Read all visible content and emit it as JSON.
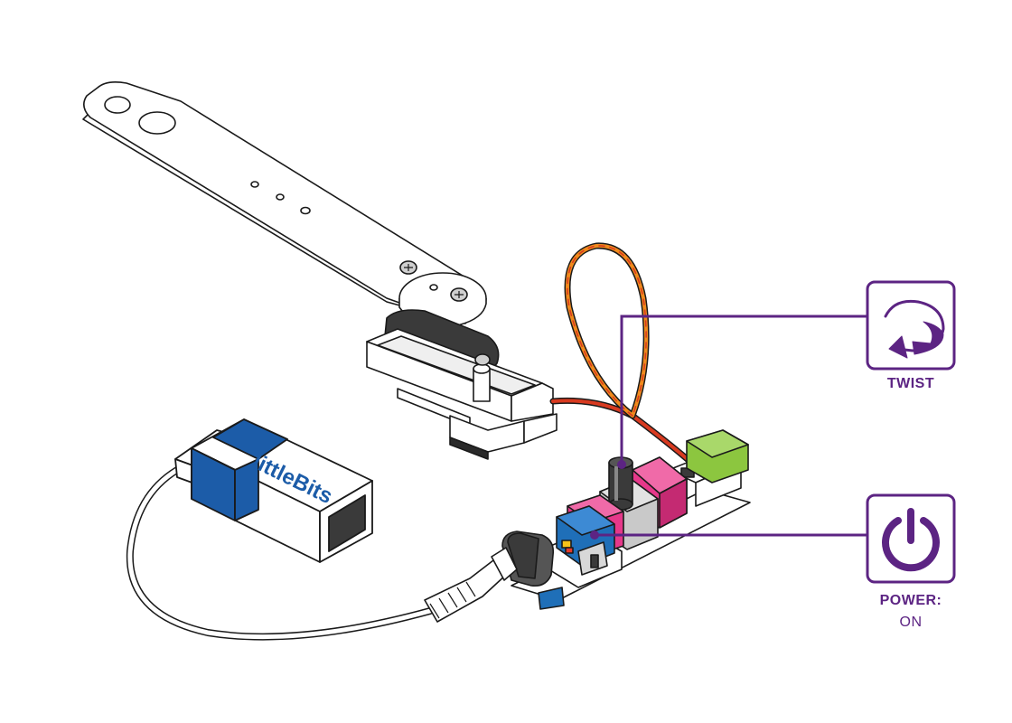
{
  "diagram": {
    "battery": {
      "brand": "littleBits"
    },
    "twist_callout": {
      "label": "TWIST",
      "icon": "rotate-arrow-icon"
    },
    "power_callout": {
      "label": "POWER:",
      "state": "ON",
      "icon": "power-icon"
    }
  },
  "colors": {
    "accent_purple": "#5c2483",
    "battery_blue": "#1c5ca8",
    "bit_pink": "#e6388a",
    "bit_blue": "#1f6fb8",
    "bit_green": "#8cc63f",
    "servo_dark": "#3a3a3a",
    "cable_red": "#d83a20",
    "cable_orange": "#f08a1c"
  }
}
